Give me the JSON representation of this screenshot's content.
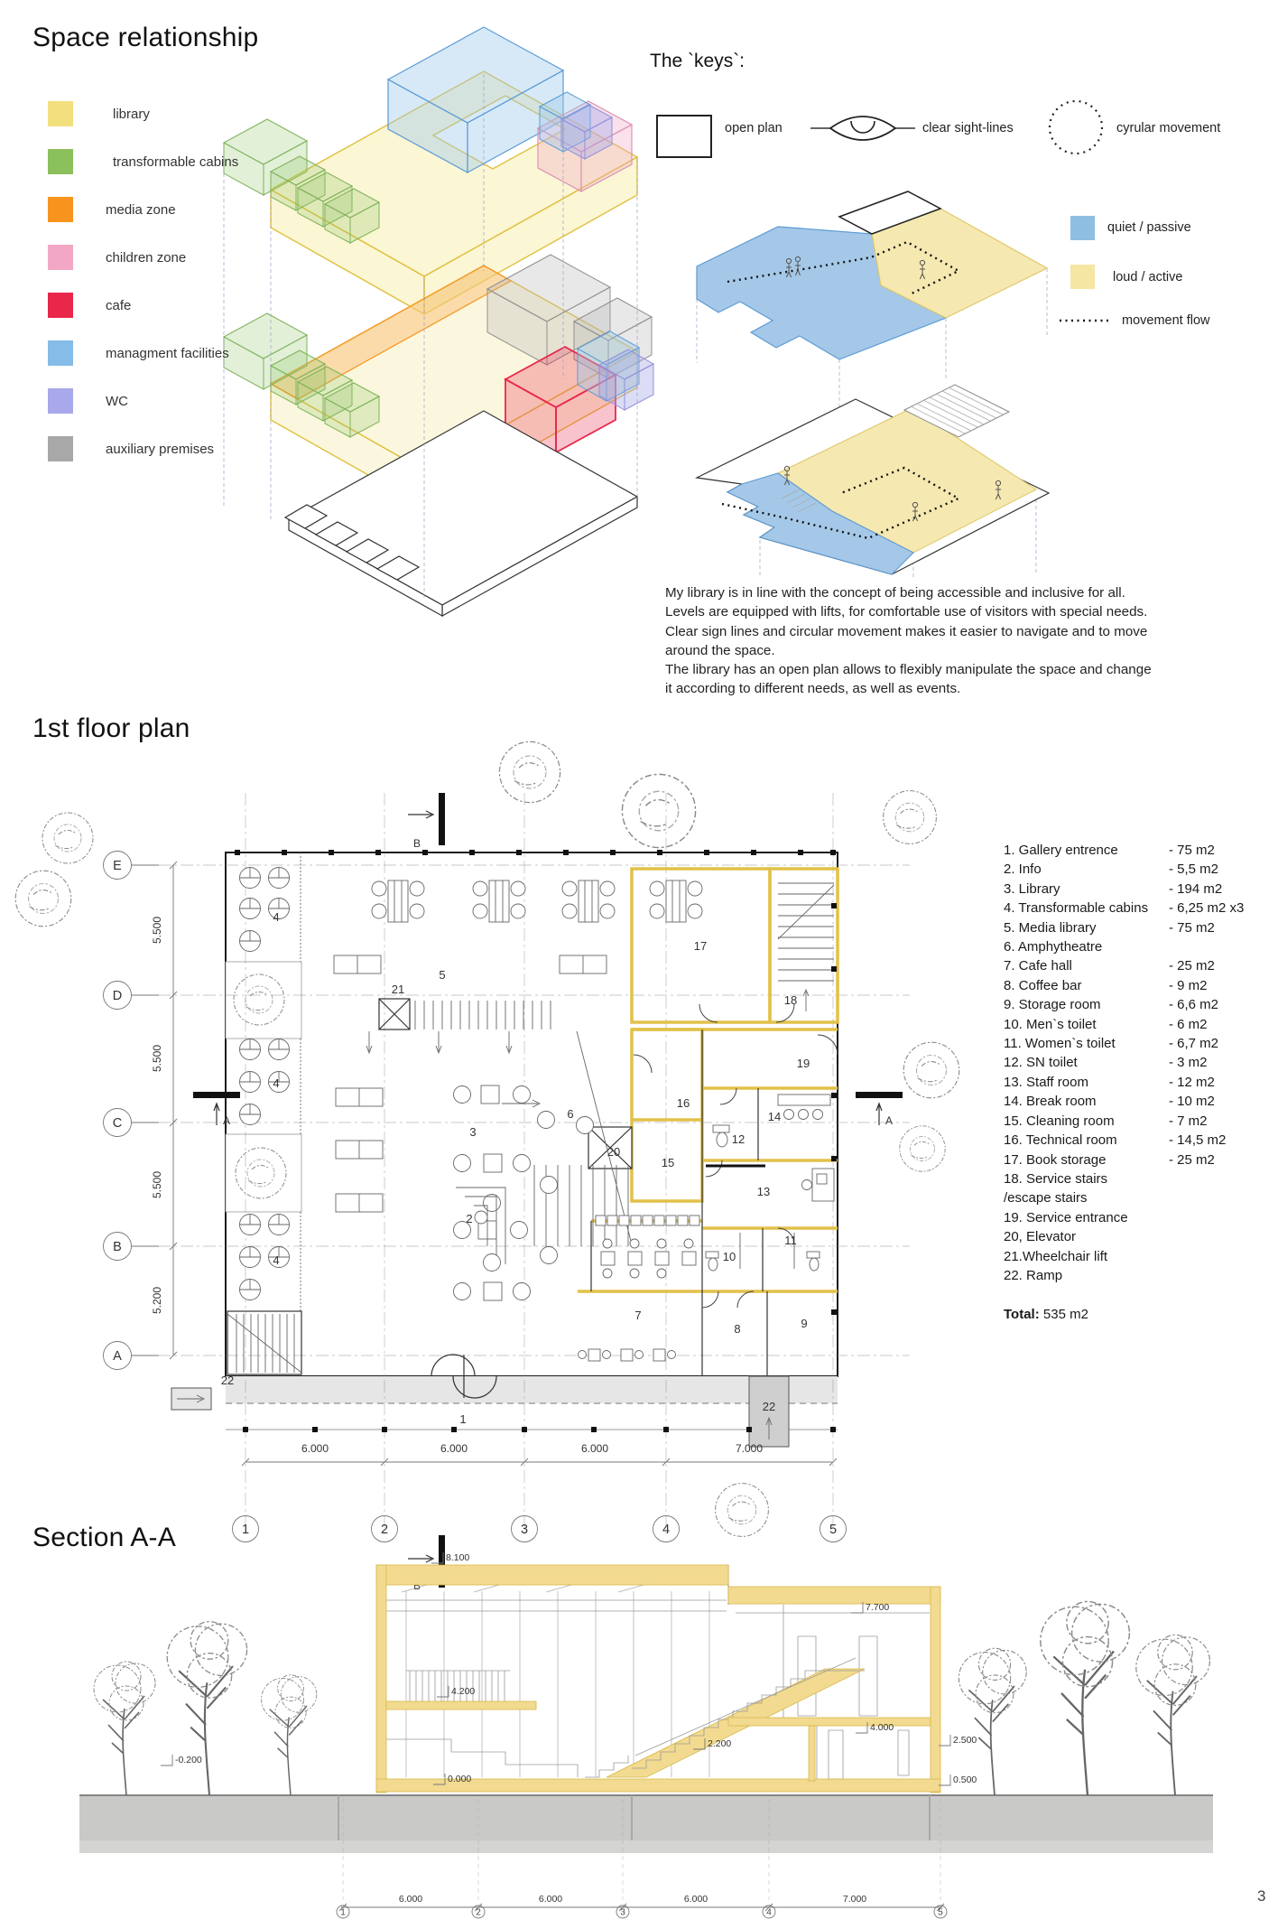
{
  "page": {
    "number": "3"
  },
  "space_relationship": {
    "title": "Space relationship",
    "legend": [
      {
        "label": "library",
        "color": "#F2DF7E"
      },
      {
        "label": "transformable cabins",
        "color": "#8CC05C"
      },
      {
        "label": "media zone",
        "color": "#F7941E"
      },
      {
        "label": "children zone",
        "color": "#F2A8C5"
      },
      {
        "label": "cafe",
        "color": "#E8274B"
      },
      {
        "label": "managment facilities",
        "color": "#85BCE8"
      },
      {
        "label": "WC",
        "color": "#A8A8EA"
      },
      {
        "label": "auxiliary premises",
        "color": "#A8A8A8"
      }
    ]
  },
  "keys": {
    "title": "The `keys`:",
    "items": [
      {
        "label": "open plan",
        "icon": "rectangle-outline"
      },
      {
        "label": "clear sight-lines",
        "icon": "eye-icon"
      },
      {
        "label": "cyrular movement",
        "icon": "dotted-circle"
      }
    ],
    "zone_items": [
      {
        "label": "quiet / passive",
        "color": "#8FBEE3"
      },
      {
        "label": "loud / active",
        "color": "#F5E6A3"
      },
      {
        "label": "movement flow",
        "icon": "dotted-line"
      }
    ],
    "description_lines": [
      "My library is in line with the concept of being accessible and inclusive for all.",
      "Levels are equipped with lifts, for comfortable use of visitors with special needs.",
      "Clear sign lines and circular movement makes it easier to navigate and to move",
      "around the space.",
      "The library has an open plan allows to flexibly manipulate the space and change",
      "it according to different needs, as well as events."
    ]
  },
  "floor_plan": {
    "title": "1st floor plan",
    "grid": {
      "rows": [
        "E",
        "D",
        "C",
        "B",
        "A"
      ],
      "row_dims": [
        "5.500",
        "5.500",
        "5.500",
        "5.200"
      ],
      "cols": [
        "1",
        "2",
        "3",
        "4",
        "5"
      ],
      "col_dims": [
        "6.000",
        "6.000",
        "6.000",
        "7.000"
      ]
    },
    "markers": {
      "a": "A",
      "b": "B"
    },
    "rooms": {
      "n1": "1",
      "n2": "2",
      "n3": "3",
      "n4": "4",
      "n5": "5",
      "n6": "6",
      "n7": "7",
      "n8": "8",
      "n9": "9",
      "n10": "10",
      "n11": "11",
      "n12": "12",
      "n13": "13",
      "n14": "14",
      "n15": "15",
      "n16": "16",
      "n17": "17",
      "n18": "18",
      "n19": "19",
      "n20": "20",
      "n21": "21",
      "n22": "22"
    },
    "legend": {
      "items": [
        {
          "name": "1. Gallery entrence",
          "area": "- 75 m2"
        },
        {
          "name": "2. Info",
          "area": "- 5,5 m2"
        },
        {
          "name": "3. Library",
          "area": "- 194 m2"
        },
        {
          "name": "4. Transformable cabins",
          "area": "- 6,25 m2 x3"
        },
        {
          "name": "5. Media library",
          "area": "- 75 m2"
        },
        {
          "name": "6. Amphytheatre",
          "area": ""
        },
        {
          "name": "7. Cafe hall",
          "area": "- 25 m2"
        },
        {
          "name": "8. Coffee bar",
          "area": "- 9 m2"
        },
        {
          "name": "9. Storage room",
          "area": "- 6,6 m2"
        },
        {
          "name": "10. Men`s toilet",
          "area": "- 6 m2"
        },
        {
          "name": "11. Women`s toilet",
          "area": "- 6,7 m2"
        },
        {
          "name": "12. SN toilet",
          "area": "- 3 m2"
        },
        {
          "name": "13. Staff room",
          "area": "- 12 m2"
        },
        {
          "name": "14. Break room",
          "area": "- 10 m2"
        },
        {
          "name": "15. Cleaning room",
          "area": "- 7 m2"
        },
        {
          "name": "16. Technical room",
          "area": "- 14,5 m2"
        },
        {
          "name": "17. Book storage",
          "area": "- 25 m2"
        },
        {
          "name": "18. Service stairs",
          "area": ""
        },
        {
          "name": "/escape stairs",
          "area": ""
        },
        {
          "name": "19. Service entrance",
          "area": ""
        },
        {
          "name": "20, Elevator",
          "area": ""
        },
        {
          "name": "21.Wheelchair lift",
          "area": ""
        },
        {
          "name": "22. Ramp",
          "area": ""
        }
      ],
      "total_label": "Total:",
      "total_value": "535 m2"
    }
  },
  "section": {
    "title": "Section A-A",
    "elevations": {
      "e8100": "8.100",
      "e7700": "7.700",
      "e4200": "4.200",
      "e4000": "4.000",
      "e2500": "2.500",
      "e2200": "2.200",
      "e0500": "0.500",
      "e0000": "0.000",
      "em0200": "-0.200"
    },
    "cols": [
      "1",
      "2",
      "3",
      "4",
      "5"
    ],
    "col_dims": [
      "6.000",
      "6.000",
      "6.000",
      "7.000"
    ]
  }
}
